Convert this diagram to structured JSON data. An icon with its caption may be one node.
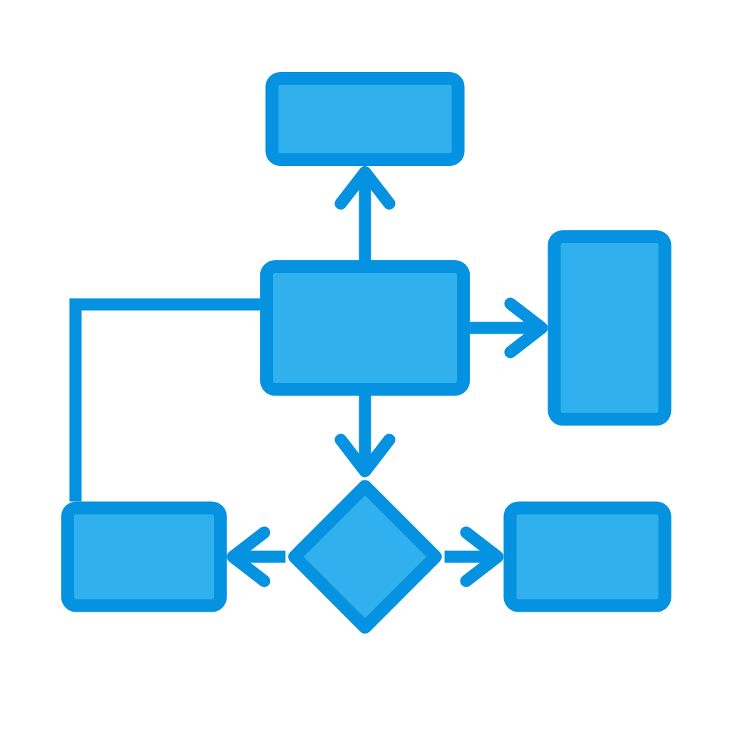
{
  "diagram": {
    "nodes": [
      {
        "text": [],
        "shape": "box"
      },
      {
        "text": [],
        "shape": "box"
      },
      {
        "text": [],
        "shape": "box"
      },
      {
        "text": [],
        "shape": "box"
      },
      {
        "text": [],
        "shape": "diamond"
      },
      {
        "text": [],
        "shape": "box"
      }
    ],
    "edges": [
      {
        "from": 1,
        "to": 0,
        "arrow": "to"
      },
      {
        "from": 1,
        "to": 2,
        "arrow": "to"
      },
      {
        "from": 1,
        "to": 4,
        "arrow": "to"
      },
      {
        "from": 4,
        "to": 3,
        "arrow": "to"
      },
      {
        "from": 4,
        "to": 5,
        "arrow": "to"
      },
      {
        "from": 1,
        "to": 3,
        "arrow": "none"
      }
    ]
  }
}
